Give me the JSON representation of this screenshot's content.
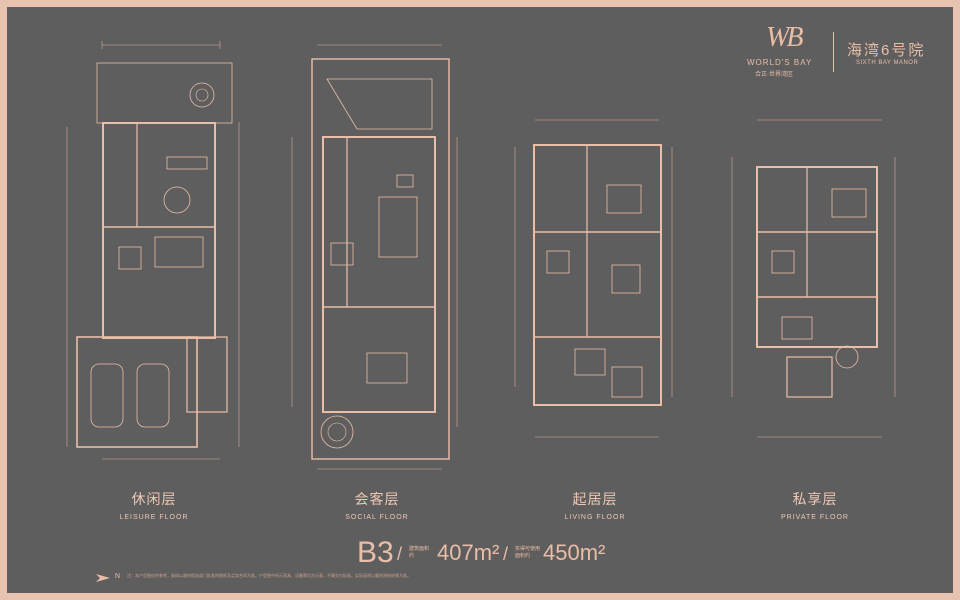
{
  "brand": {
    "logo_mark": "WB",
    "logo_name": "WORLD'S BAY",
    "logo_cn": "合正·世界湾区",
    "project_title": "海湾6号院",
    "project_subtitle": "SIXTH BAY MANOR"
  },
  "floors": [
    {
      "cn": "休闲层",
      "en": "LEISURE FLOOR"
    },
    {
      "cn": "会客层",
      "en": "SOCIAL FLOOR"
    },
    {
      "cn": "起居层",
      "en": "LIVING FLOOR"
    },
    {
      "cn": "私享层",
      "en": "PRIVATE FLOOR"
    }
  ],
  "unit": {
    "type": "B3",
    "sep": "/",
    "area1_label": "建筑面积 约",
    "area1_value": "407m²",
    "area2_label": "实得可使用面积约",
    "area2_value": "450m²"
  },
  "compass": {
    "label": "N"
  },
  "disclaimer": "注：本户型图仅供参考，具体以政府相关部门批准的图纸及买卖合同为准。户型图中所示家具、设备等均为示意，不属交付标准。实际面积以最终测绘结果为准。"
}
